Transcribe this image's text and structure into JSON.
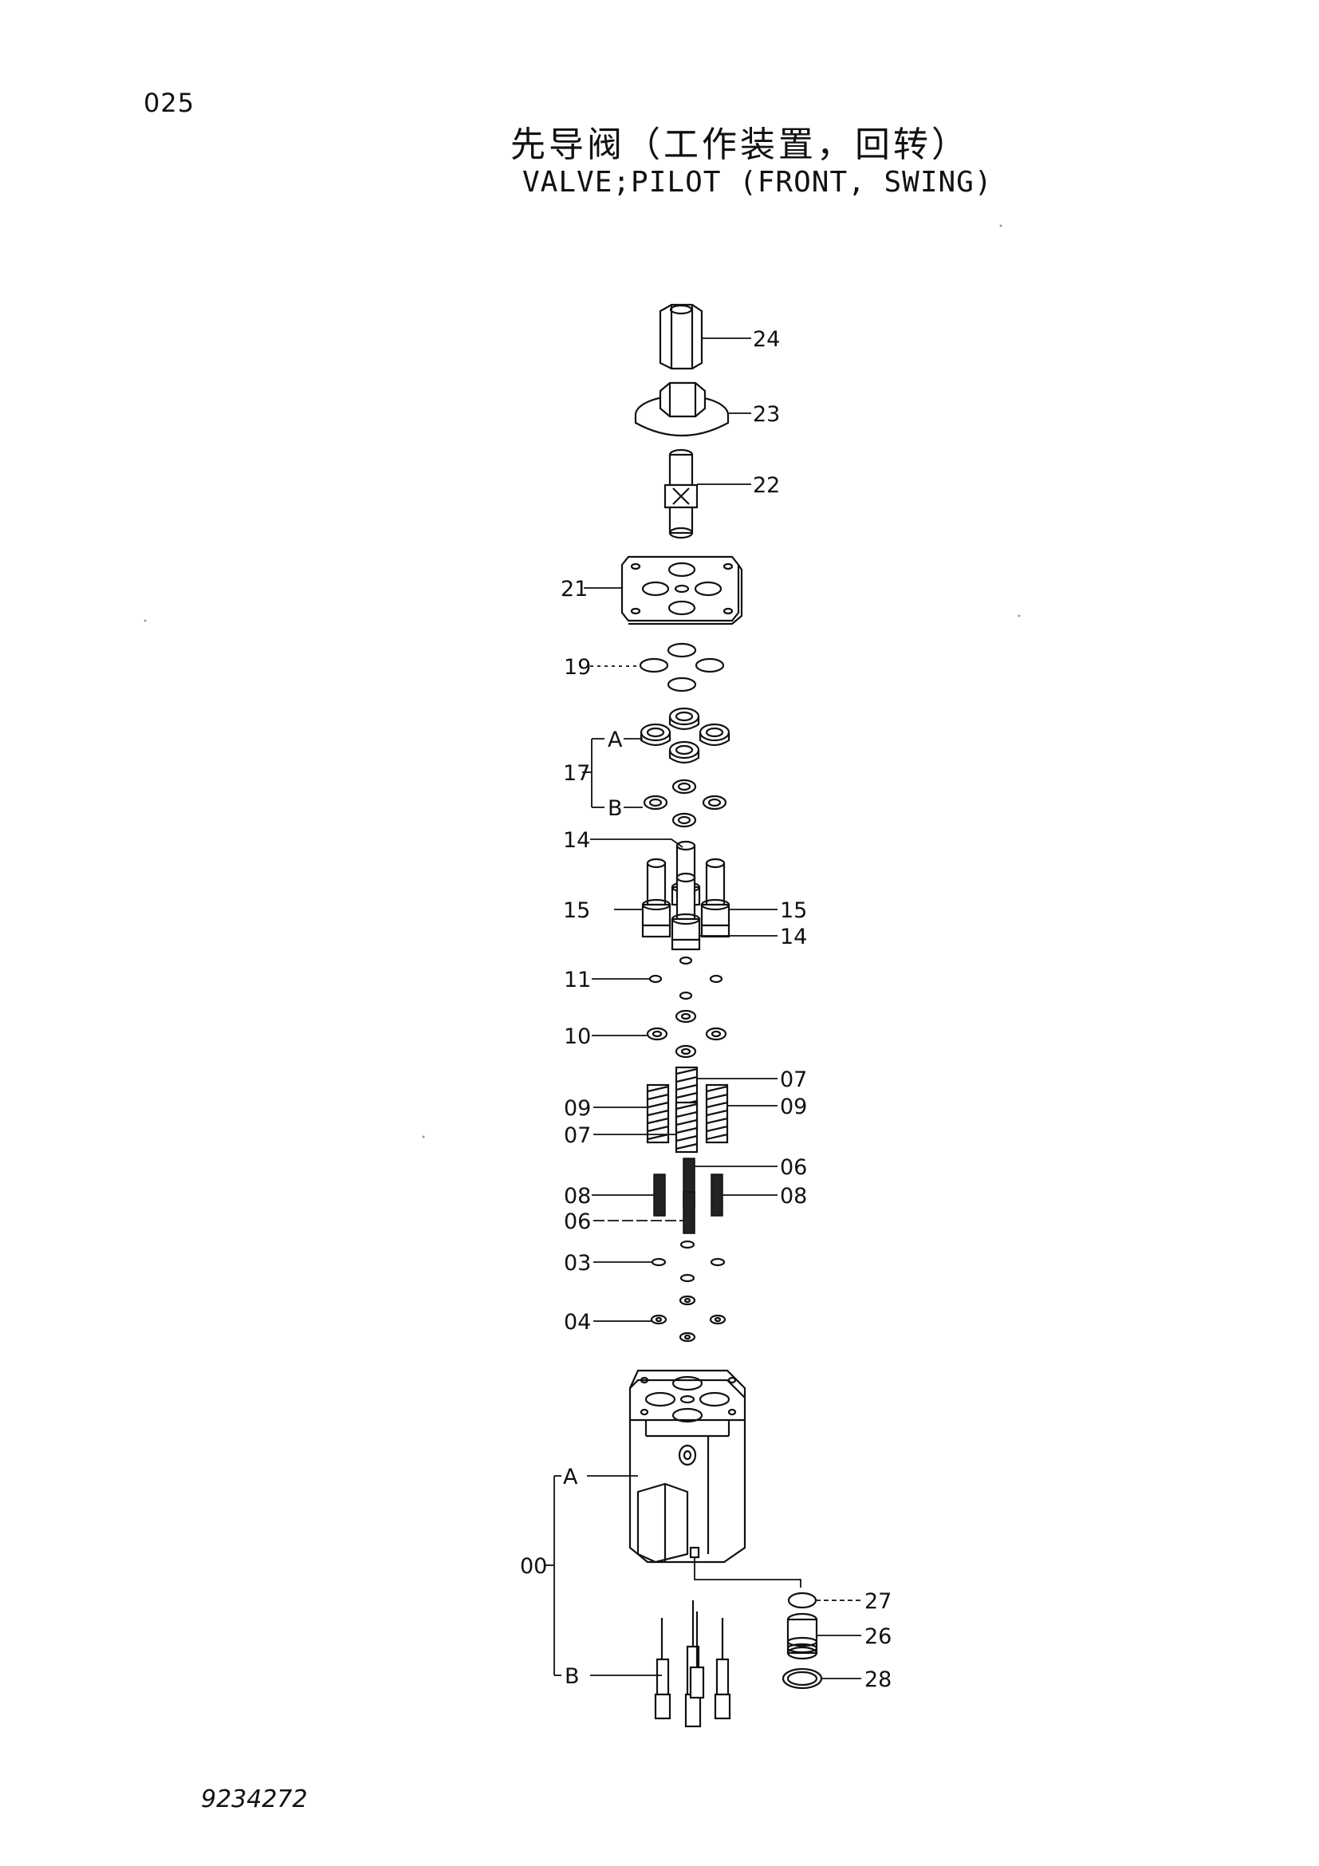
{
  "header": {
    "page_number": "025",
    "title_cn": "先导阀（工作装置，回转）",
    "title_en": "VALVE;PILOT (FRONT, SWING)"
  },
  "footer": {
    "document_id": "9234272"
  },
  "callouts": {
    "c24": "24",
    "c23": "23",
    "c22": "22",
    "c21": "21",
    "c19": "19",
    "c17": "17",
    "c17A": "A",
    "c17B": "B",
    "c14a": "14",
    "c15L": "15",
    "c15R": "15",
    "c14b": "14",
    "c11": "11",
    "c10": "10",
    "c07R": "07",
    "c09L": "09",
    "c09R": "09",
    "c07L": "07",
    "c06R": "06",
    "c08L": "08",
    "c08R": "08",
    "c06L": "06",
    "c03": "03",
    "c04": "04",
    "c00A": "A",
    "c00": "00",
    "c00B": "B",
    "c27": "27",
    "c26": "26",
    "c28": "28"
  }
}
